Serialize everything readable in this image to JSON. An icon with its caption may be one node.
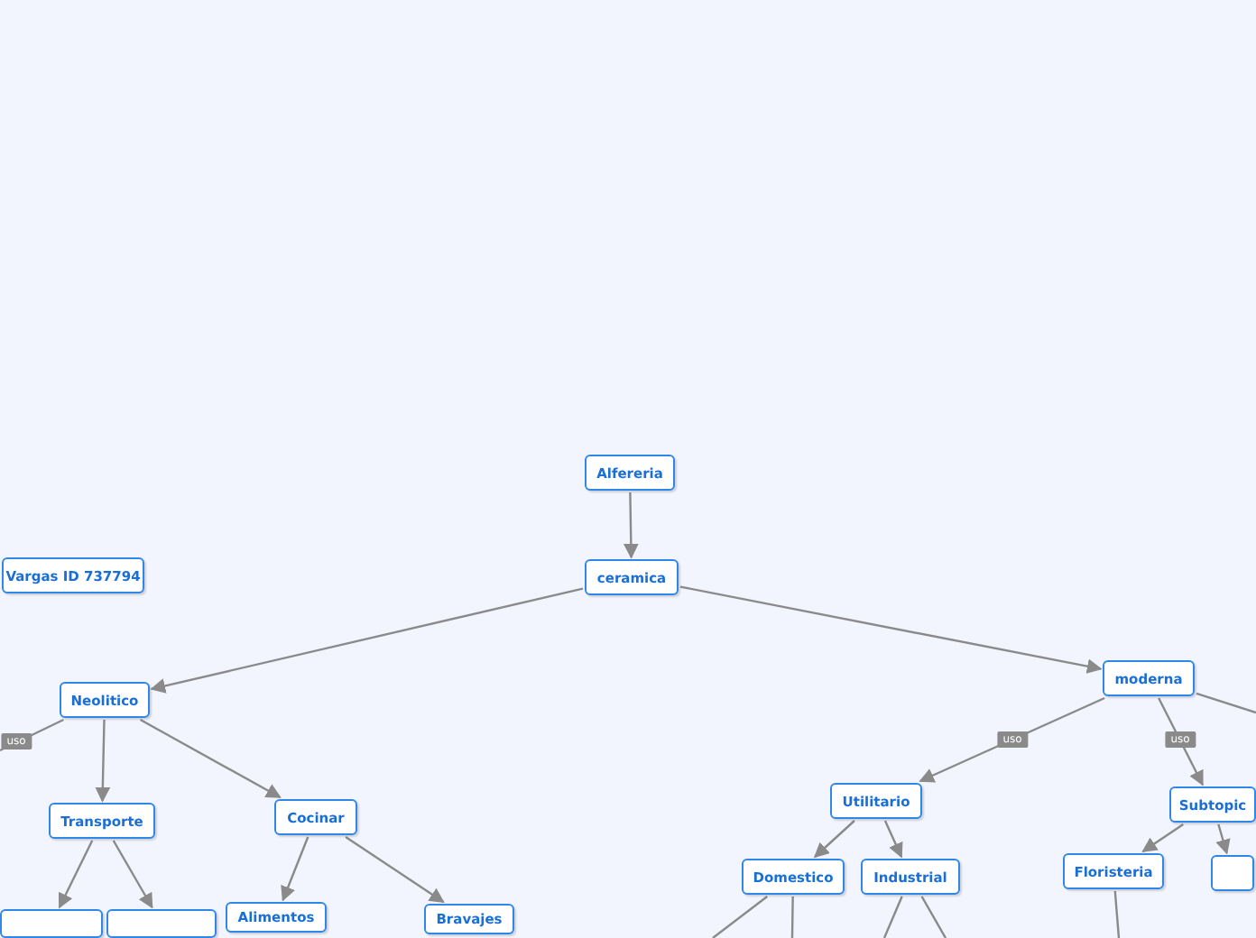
{
  "diagram": {
    "nodes": [
      {
        "text": [
          "Alfereria"
        ]
      },
      {
        "text": [
          "ceramica"
        ]
      },
      {
        "text": [
          "Vargas ID 737794"
        ]
      },
      {
        "text": [
          "Neolitico"
        ]
      },
      {
        "text": [
          "Transporte"
        ]
      },
      {
        "text": [
          "Cocinar"
        ]
      },
      {
        "text": [],
        "shape": "box"
      },
      {
        "text": [],
        "shape": "box"
      },
      {
        "text": [
          "Alimentos"
        ]
      },
      {
        "text": [
          "Bravajes"
        ]
      },
      {
        "text": [
          "moderna"
        ]
      },
      {
        "text": [
          "Utilitario"
        ]
      },
      {
        "text": [
          "Subtopic"
        ]
      },
      {
        "text": [
          "Domestico"
        ]
      },
      {
        "text": [
          "Industrial"
        ]
      },
      {
        "text": [
          "Floristeria"
        ]
      },
      {
        "text": [],
        "shape": "box"
      }
    ],
    "edges": [
      {
        "from": 0,
        "to": 1,
        "arrow": "to"
      },
      {
        "from": 1,
        "to": 3,
        "arrow": "to"
      },
      {
        "from": 1,
        "to": 10,
        "arrow": "to"
      },
      {
        "from": 3,
        "to": null,
        "arrow": "none",
        "label": "uso"
      },
      {
        "from": 3,
        "to": 4,
        "arrow": "to"
      },
      {
        "from": 3,
        "to": 5,
        "arrow": "to"
      },
      {
        "from": 4,
        "to": 6,
        "arrow": "to"
      },
      {
        "from": 4,
        "to": 7,
        "arrow": "to"
      },
      {
        "from": 5,
        "to": 8,
        "arrow": "to"
      },
      {
        "from": 5,
        "to": 9,
        "arrow": "to"
      },
      {
        "from": 10,
        "to": 11,
        "arrow": "to",
        "label": "uso"
      },
      {
        "from": 10,
        "to": 12,
        "arrow": "to",
        "label": "uso"
      },
      {
        "from": 10,
        "to": null,
        "arrow": "none"
      },
      {
        "from": 11,
        "to": 13,
        "arrow": "to"
      },
      {
        "from": 11,
        "to": 14,
        "arrow": "to"
      },
      {
        "from": 12,
        "to": 15,
        "arrow": "to"
      },
      {
        "from": 12,
        "to": 16,
        "arrow": "to"
      },
      {
        "from": 13,
        "to": null,
        "arrow": "none"
      },
      {
        "from": 13,
        "to": null,
        "arrow": "none"
      },
      {
        "from": 14,
        "to": null,
        "arrow": "none"
      },
      {
        "from": 14,
        "to": null,
        "arrow": "none"
      },
      {
        "from": 15,
        "to": null,
        "arrow": "none"
      }
    ]
  }
}
